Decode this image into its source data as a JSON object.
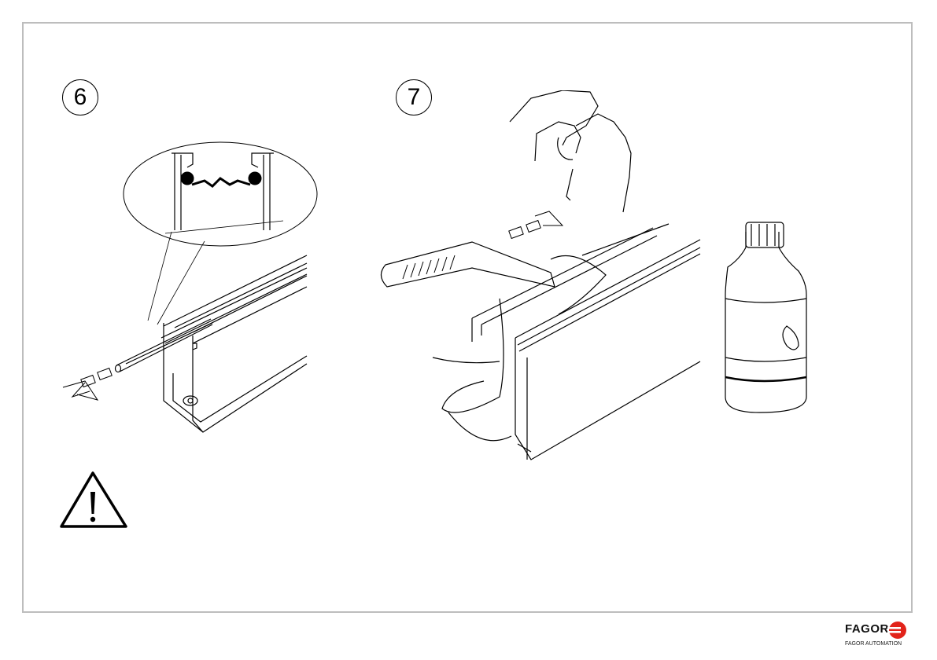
{
  "steps": [
    {
      "number": "6"
    },
    {
      "number": "7"
    }
  ],
  "brand": {
    "name": "FAGOR",
    "subtitle": "FAGOR AUTOMATION",
    "accent_color": "#e2231a"
  },
  "icons": [
    "warning-triangle-icon",
    "direction-arrow-icon",
    "solvent-bottle",
    "cloth",
    "hand"
  ]
}
